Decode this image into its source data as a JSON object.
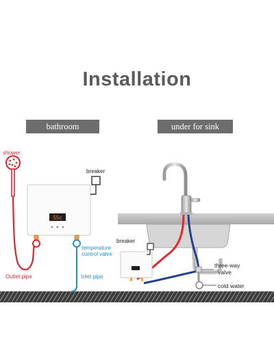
{
  "title": "Installation",
  "tabs": {
    "bathroom": "bathroom",
    "under_sink": "under for sink"
  },
  "heater_display": "55c",
  "labels": {
    "shower": "shower",
    "breaker_left": "breaker",
    "breaker_right": "breaker",
    "temperature_line1": "temperature",
    "temperature_line2": "control valve",
    "outlet_pipe": "Outlet pipe",
    "inlet_pipe": "Inlet pipe",
    "three_way_line1": "three-way",
    "three_way_line2": "valve",
    "cold_water": "cold water"
  },
  "colors": {
    "hot": "#e3252b",
    "cold": "#233f8f",
    "inlet_label": "#2b8fc8",
    "outlet_label": "#d8262c",
    "tab_bg": "#6d6d6d",
    "title": "#5b5b5b"
  }
}
